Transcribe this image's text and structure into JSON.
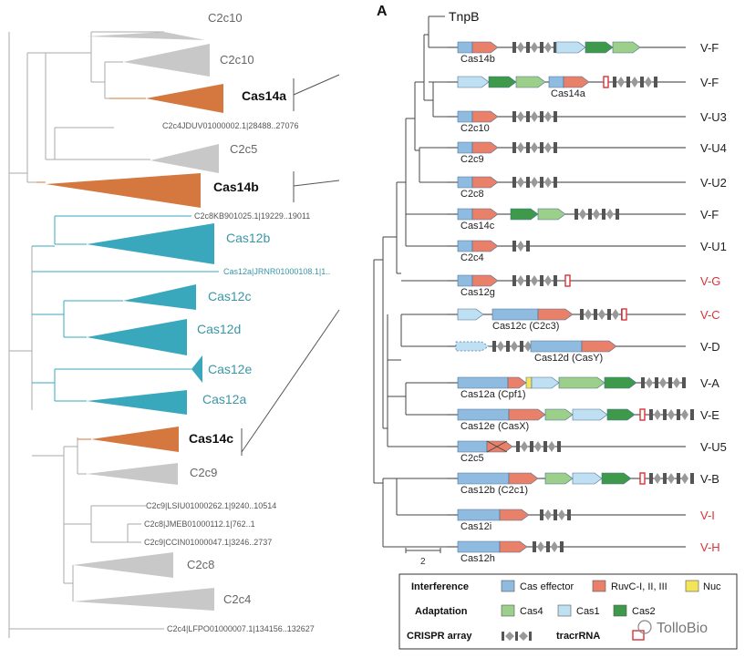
{
  "panel_label": "A",
  "left_tree": {
    "labels": {
      "c2c10_a": "C2c10",
      "c2c10_b": "C2c10",
      "cas14a": "Cas14a",
      "c2c4_jduv": "C2c4JDUV01000002.1|28488..27076",
      "c2c5": "C2c5",
      "cas14b": "Cas14b",
      "c2c8_kb9": "C2c8KB901025.1|19229..19011",
      "cas12b": "Cas12b",
      "cas12a_jrnr": "Cas12a|JRNR01000108.1|1..",
      "cas12c": "Cas12c",
      "cas12d": "Cas12d",
      "cas12e": "Cas12e",
      "cas12a": "Cas12a",
      "cas14c": "Cas14c",
      "c2c9": "C2c9",
      "c2c9_lsiu": "C2c9|LSIU01000262.1|9240..10514",
      "c2c8_jmeb": "C2c8|JMEB01000112.1|762..1",
      "c2c9_ccin": "C2c9|CCIN01000047.1|3246..2737",
      "c2c8": "C2c8",
      "c2c4": "C2c4",
      "c2c4_lfpo": "C2c4|LFPO01000007.1|134156..132627"
    }
  },
  "right_tree": {
    "root_label": "TnpB",
    "loci": [
      {
        "name": "Cas14b",
        "type": "V-F"
      },
      {
        "name": "Cas14a",
        "type": "V-F"
      },
      {
        "name": "C2c10",
        "type": "V-U3"
      },
      {
        "name": "C2c9",
        "type": "V-U4"
      },
      {
        "name": "C2c8",
        "type": "V-U2"
      },
      {
        "name": "Cas14c",
        "type": "V-F"
      },
      {
        "name": "C2c4",
        "type": "V-U1"
      },
      {
        "name": "Cas12g",
        "type": "V-G"
      },
      {
        "name": "Cas12c (C2c3)",
        "type": "V-C"
      },
      {
        "name": "Cas12d (CasY)",
        "type": "V-D"
      },
      {
        "name": "Cas12a (Cpf1)",
        "type": "V-A"
      },
      {
        "name": "Cas12e (CasX)",
        "type": "V-E"
      },
      {
        "name": "C2c5",
        "type": "V-U5"
      },
      {
        "name": "Cas12b (C2c1)",
        "type": "V-B"
      },
      {
        "name": "Cas12i",
        "type": "V-I"
      },
      {
        "name": "Cas12h",
        "type": "V-H"
      }
    ],
    "scale_label": "2"
  },
  "legend": {
    "interference": "Interference",
    "adaptation": "Adaptation",
    "crispr_array": "CRISPR array",
    "cas_effector": "Cas effector",
    "ruvc": "RuvC-I, II, III",
    "nuc": "Nuc",
    "cas4": "Cas4",
    "cas1": "Cas1",
    "cas2": "Cas2",
    "tracrrna": "tracrRNA"
  },
  "watermark": "TolloBio",
  "colors": {
    "orange": "#d4783f",
    "gray": "#c8c8c8",
    "teal": "#3aa8bc",
    "effector": "#8fbbe0",
    "ruvc": "#e8806a",
    "nuc": "#f3e45a",
    "cas4": "#9ccf8a",
    "cas1": "#bfe0f2",
    "cas2": "#3e9a4a",
    "red_type": "#d9343a",
    "line": "#333333"
  }
}
